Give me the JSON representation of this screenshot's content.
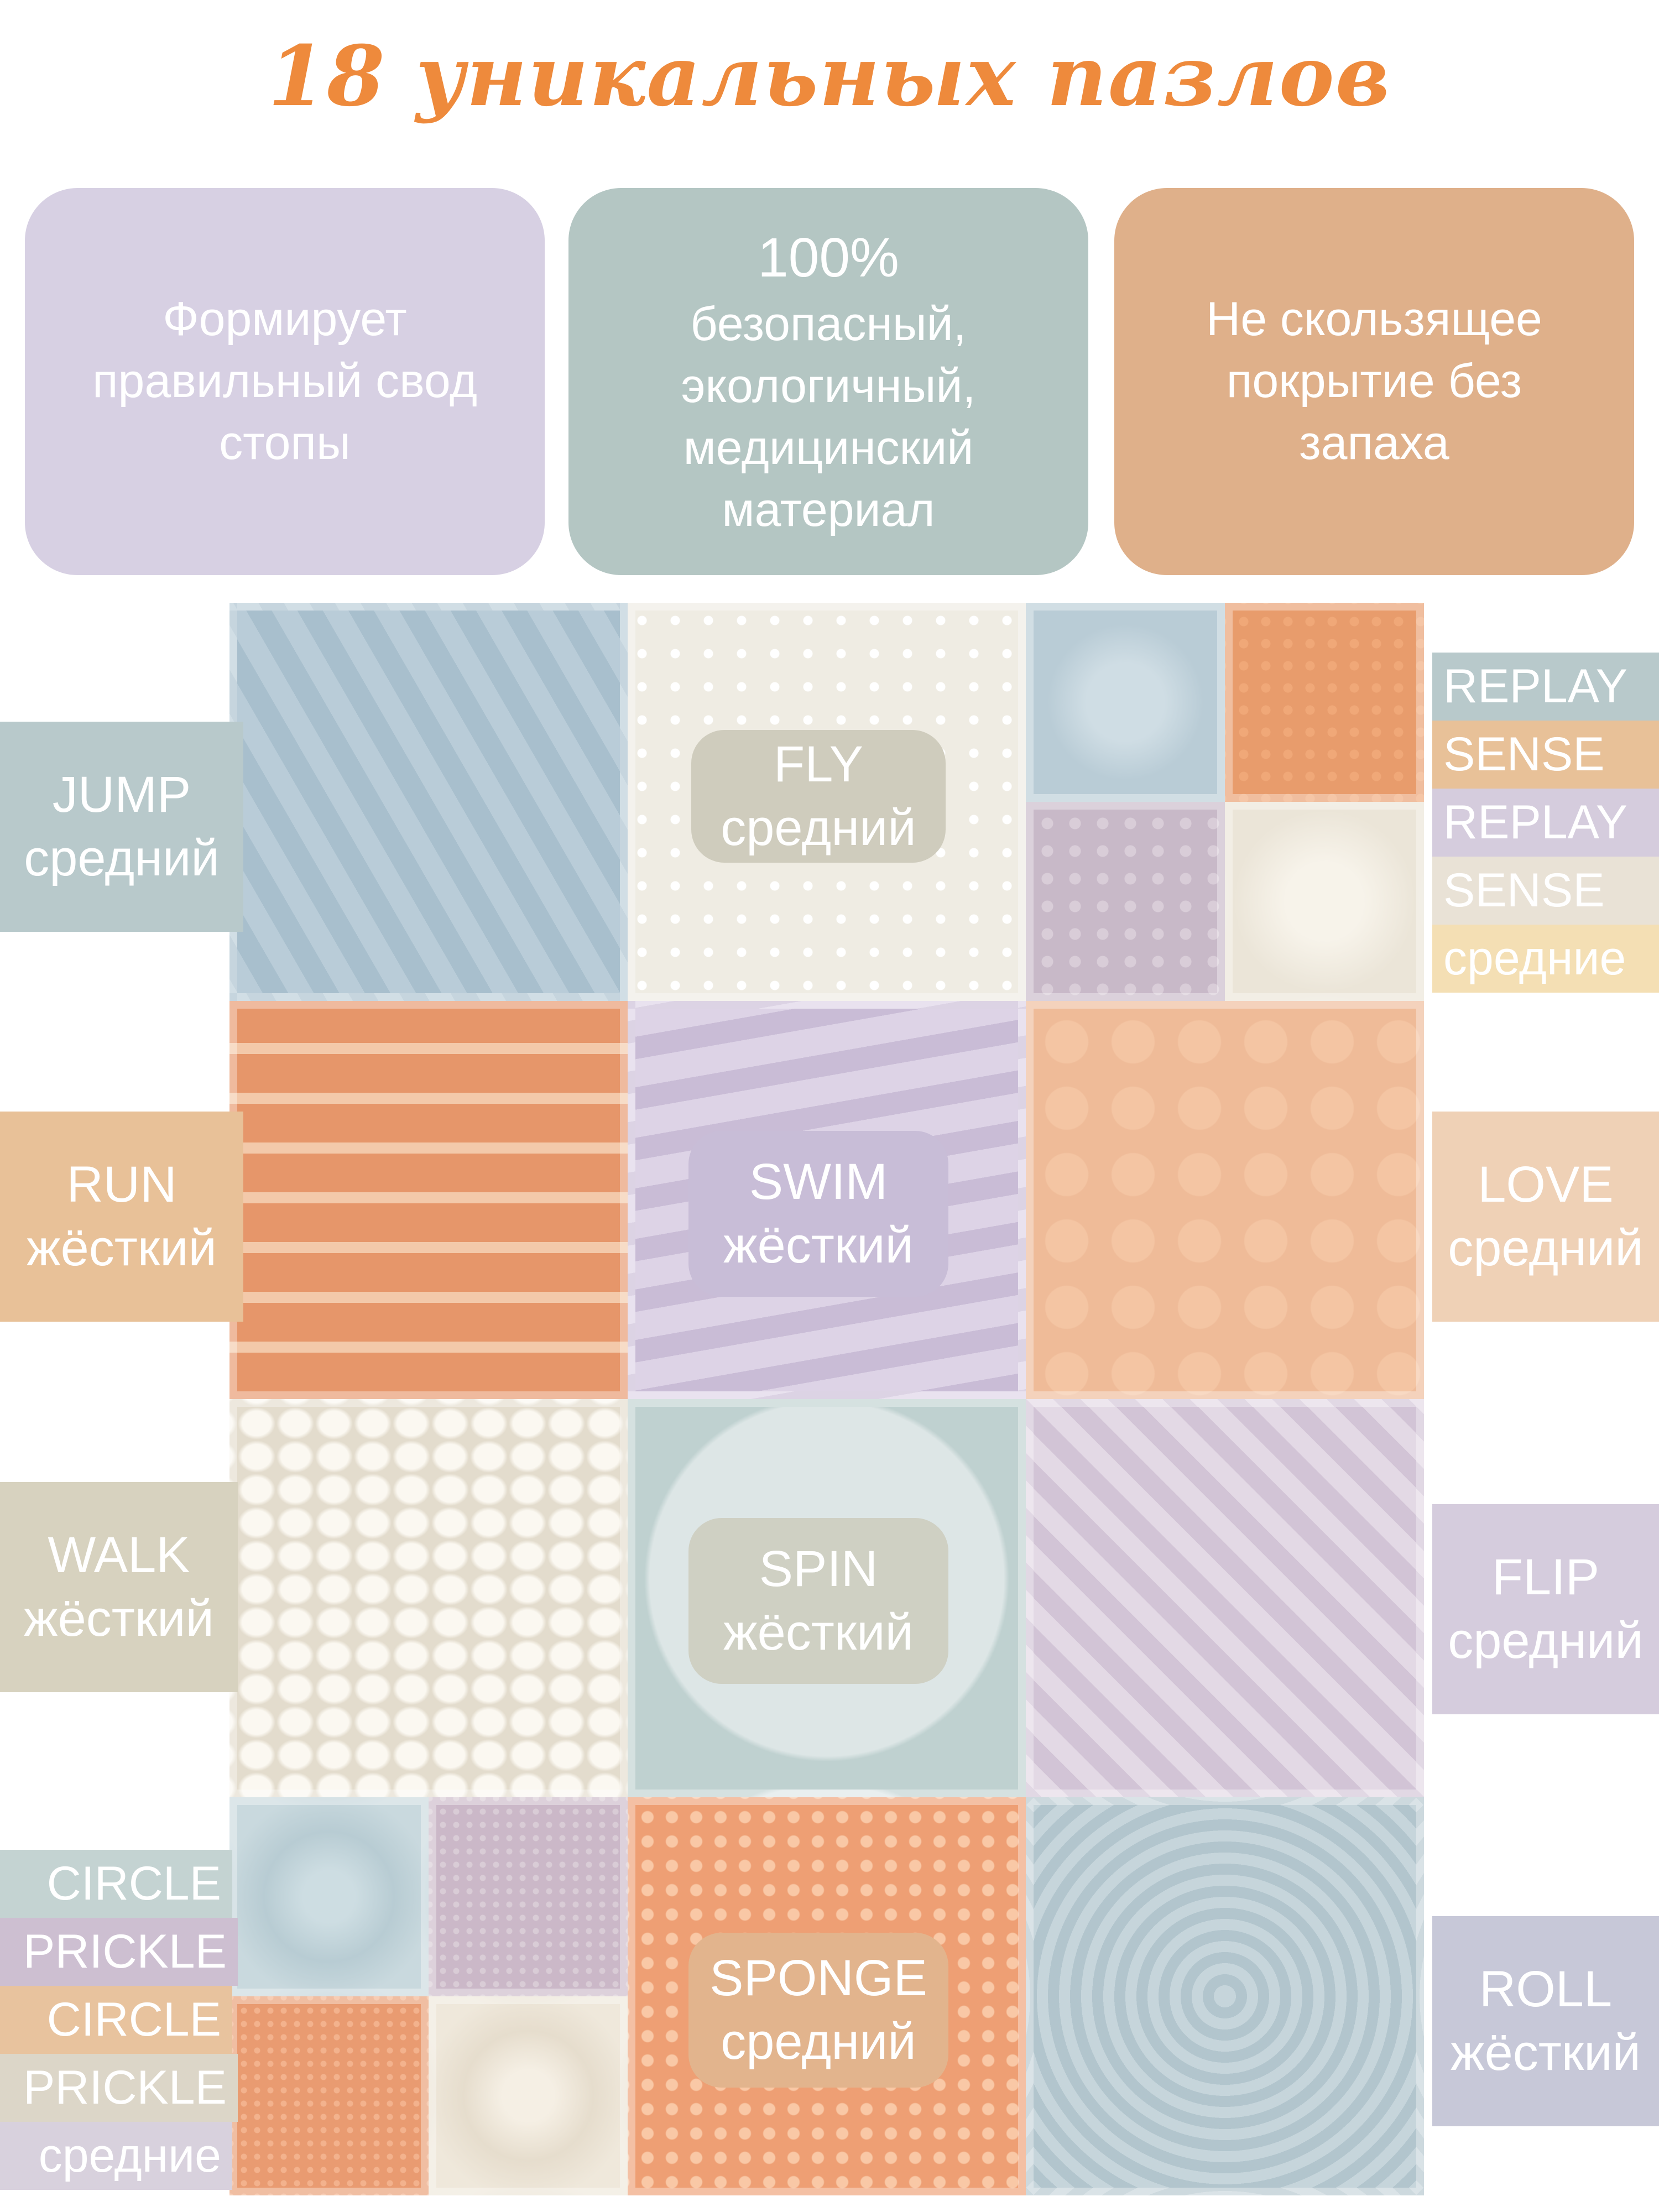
{
  "title": "18 уникальных пазлов",
  "features": [
    {
      "lines": [
        "Формирует",
        "правильный свод",
        "стопы"
      ],
      "color": "#d7d0e3"
    },
    {
      "lines": [
        "100%",
        "безопасный,",
        "экологичный,",
        "медицинский",
        "материал"
      ],
      "color": "#b4c6c3"
    },
    {
      "lines": [
        "Не скользящее",
        "покрытие без",
        "запаха"
      ],
      "color": "#dfb08a"
    }
  ],
  "tiles": {
    "jump": {
      "name": "JUMP",
      "level": "средний"
    },
    "fly": {
      "name": "FLY",
      "level": "средний"
    },
    "run": {
      "name": "RUN",
      "level": "жёсткий"
    },
    "swim": {
      "name": "SWIM",
      "level": "жёсткий"
    },
    "love": {
      "name": "LOVE",
      "level": "средний"
    },
    "walk": {
      "name": "WALK",
      "level": "жёсткий"
    },
    "spin": {
      "name": "SPIN",
      "level": "жёсткий"
    },
    "flip": {
      "name": "FLIP",
      "level": "средний"
    },
    "sponge": {
      "name": "SPONGE",
      "level": "средний"
    },
    "roll": {
      "name": "ROLL",
      "level": "жёсткий"
    }
  },
  "right_stack": [
    "REPLAY",
    "SENSE",
    "REPLAY",
    "SENSE",
    "средние"
  ],
  "left_stack": [
    "CIRCLE",
    "PRICKLE",
    "CIRCLE",
    "PRICKLE",
    "средние"
  ]
}
